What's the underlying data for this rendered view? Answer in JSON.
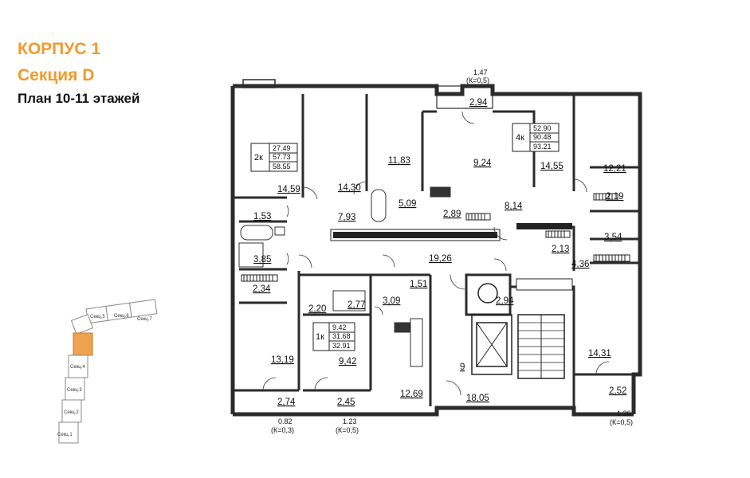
{
  "header": {
    "building": "КОРПУС 1",
    "section": "Секция D",
    "floors": "План 10-11 этажей"
  },
  "colors": {
    "accent": "#f39a2b",
    "wall": "#2b2b2b",
    "highlight": "#f0a34e"
  },
  "plan": {
    "balcony_top": {
      "area": "1.47",
      "k": "(К=0,5)"
    },
    "balcony_bl": {
      "area": "0.82",
      "k": "(К=0,3)"
    },
    "balcony_bm": {
      "area": "1.23",
      "k": "(К=0,5)"
    },
    "balcony_br": {
      "area": "1.26",
      "k": "(К=0,5)"
    },
    "apt2k": {
      "rooms": "2к",
      "v1": "27.49",
      "v2": "57.73",
      "v3": "58.55"
    },
    "apt4k": {
      "rooms": "4к",
      "v1": "52.90",
      "v2": "90.48",
      "v3": "93.21"
    },
    "apt1k": {
      "rooms": "1к",
      "v1": "9.42",
      "v2": "31.68",
      "v3": "32.91"
    },
    "rooms": {
      "r_2_94_top": "2,94",
      "r_14_59": "14,59",
      "r_14_30": "14,30",
      "r_11_83": "11,83",
      "r_9_24": "9,24",
      "r_14_55": "14,55",
      "r_12_21": "12,21",
      "r_2_19": "2,19",
      "r_1_53": "1,53",
      "r_7_93": "7,93",
      "r_5_09": "5,09",
      "r_2_89": "2,89",
      "r_8_14": "8,14",
      "r_3_54": "3,54",
      "r_3_85": "3,85",
      "r_19_26": "19,26",
      "r_2_13": "2,13",
      "r_4_36": "4,36",
      "r_2_34": "2,34",
      "r_1_51": "1,51",
      "r_2_20": "2,20",
      "r_2_77": "2,77",
      "r_3_09": "3,09",
      "r_2_94_mid": "2,94",
      "r_13_19": "13,19",
      "r_9_42": "9,42",
      "r_9": "9",
      "r_14_31": "14,31",
      "r_12_69": "12,69",
      "r_18_05": "18,05",
      "r_2_74": "2,74",
      "r_2_45": "2,45",
      "r_2_52": "2,52"
    }
  },
  "key_plan": {
    "sections": [
      "Секц.1",
      "Секц.2",
      "Секц.3",
      "Секц.4",
      "Секц.5",
      "Секц.6",
      "Секц.7"
    ]
  }
}
